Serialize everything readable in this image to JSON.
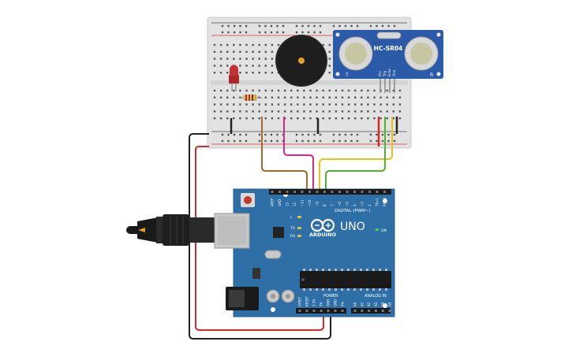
{
  "colors": {
    "breadboard": "#e4e4e4",
    "board": "#2e6fa8",
    "sensor": "#2a5aa8",
    "wire_red": "#d82a2a",
    "wire_black": "#222222",
    "wire_brown": "#a06a2e",
    "wire_magenta": "#d02a8c",
    "wire_yellow": "#e6c21a",
    "wire_green": "#4cb52a"
  },
  "sensor": {
    "model": "HC-SR04",
    "left_mark": "T",
    "right_mark": "R",
    "pins": [
      "Vcc",
      "Trig",
      "Echo",
      "Gnd"
    ]
  },
  "arduino": {
    "brand": "ARDUINO",
    "model": "UNO",
    "on_label": "ON",
    "digital_label": "DIGITAL (PWM~)",
    "power_label": "POWER",
    "analog_label": "ANALOG IN",
    "led_labels": [
      "L",
      "TX",
      "RX"
    ],
    "digital_pins": [
      "AREF",
      "GND",
      "13",
      "12",
      "~11",
      "~10",
      "~9",
      "8",
      "7",
      "~6",
      "~5",
      "4",
      "~3",
      "2",
      "TX>1",
      "RX<0"
    ],
    "power_pins": [
      "IOREF",
      "RESET",
      "3.3V",
      "5V",
      "GND",
      "GND",
      "Vin"
    ],
    "analog_pins": [
      "A0",
      "A1",
      "A2",
      "A3",
      "A4",
      "A5"
    ]
  }
}
